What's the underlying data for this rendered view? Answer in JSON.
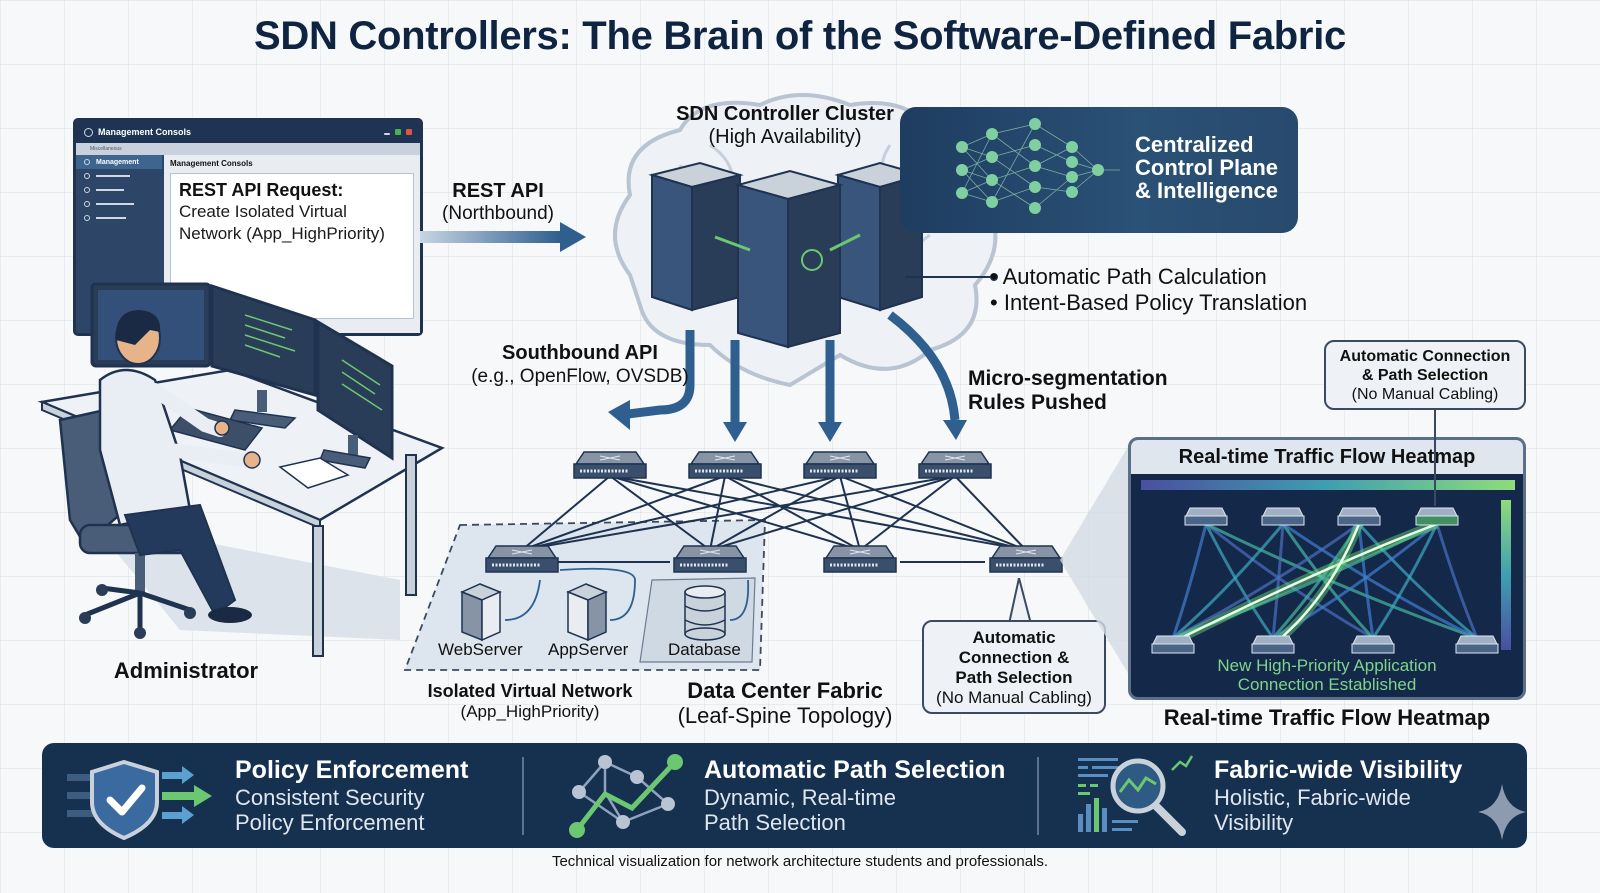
{
  "title": "SDN Controllers: The Brain of the Software-Defined Fabric",
  "management_console": {
    "window_title": "Management Consols",
    "toolbar_text": "Miscellaneous",
    "sidebar_active": "Management",
    "main_heading": "Management Consols",
    "request_title": "REST API Request:",
    "request_body_line1": "Create Isolated Virtual",
    "request_body_line2": "Network (App_HighPriority)"
  },
  "administrator_label": "Administrator",
  "northbound": {
    "title": "REST API",
    "subtitle": "(Northbound)"
  },
  "controller_cluster": {
    "title": "SDN Controller Cluster",
    "subtitle": "(High Availability)"
  },
  "intelligence_callout": {
    "line1": "Centralized",
    "line2": "Control Plane",
    "line3": "& Intelligence"
  },
  "controller_features": [
    "Automatic Path Calculation",
    "Intent-Based Policy Translation"
  ],
  "southbound": {
    "title": "Southbound API",
    "subtitle": "(e.g., OpenFlow, OVSDB)"
  },
  "microseg": {
    "line1": "Micro-segmentation",
    "line2": "Rules Pushed"
  },
  "virtual_network": {
    "nodes": [
      "WebServer",
      "AppServer",
      "Database"
    ],
    "title": "Isolated Virtual Network",
    "subtitle": "(App_HighPriority)"
  },
  "fabric": {
    "title": "Data Center Fabric",
    "subtitle": "(Leaf-Spine Topology)"
  },
  "auto_connection_bubble_lower": {
    "line1": "Automatic",
    "line2": "Connection &",
    "line3": "Path Selection",
    "line4": "(No Manual Cabling)"
  },
  "auto_connection_bubble_upper": {
    "line1": "Automatic Connection",
    "line2": "& Path Selection",
    "line3": "(No Manual Cabling)"
  },
  "heatmap": {
    "header": "Real-time Traffic Flow Heatmap",
    "caption_line1": "New High-Priority Application",
    "caption_line2": "Connection Established",
    "footer_label": "Real-time Traffic Flow Heatmap"
  },
  "features": [
    {
      "title": "Policy Enforcement",
      "sub1": "Consistent Security",
      "sub2": "Policy Enforcement",
      "icon": "shield-check-icon"
    },
    {
      "title": "Automatic Path Selection",
      "sub1": "Dynamic, Real-time",
      "sub2": "Path Selection",
      "icon": "path-graph-icon"
    },
    {
      "title": "Fabric-wide Visibility",
      "sub1": "Holistic, Fabric-wide",
      "sub2": "Visibility",
      "icon": "magnifier-analytics-icon"
    }
  ],
  "footnote": "Technical visualization for network architecture students and professionals.",
  "colors": {
    "navy": "#16304f",
    "title": "#0f2440",
    "accent_green": "#6cc870",
    "arrow_blue": "#2f5f8f"
  }
}
